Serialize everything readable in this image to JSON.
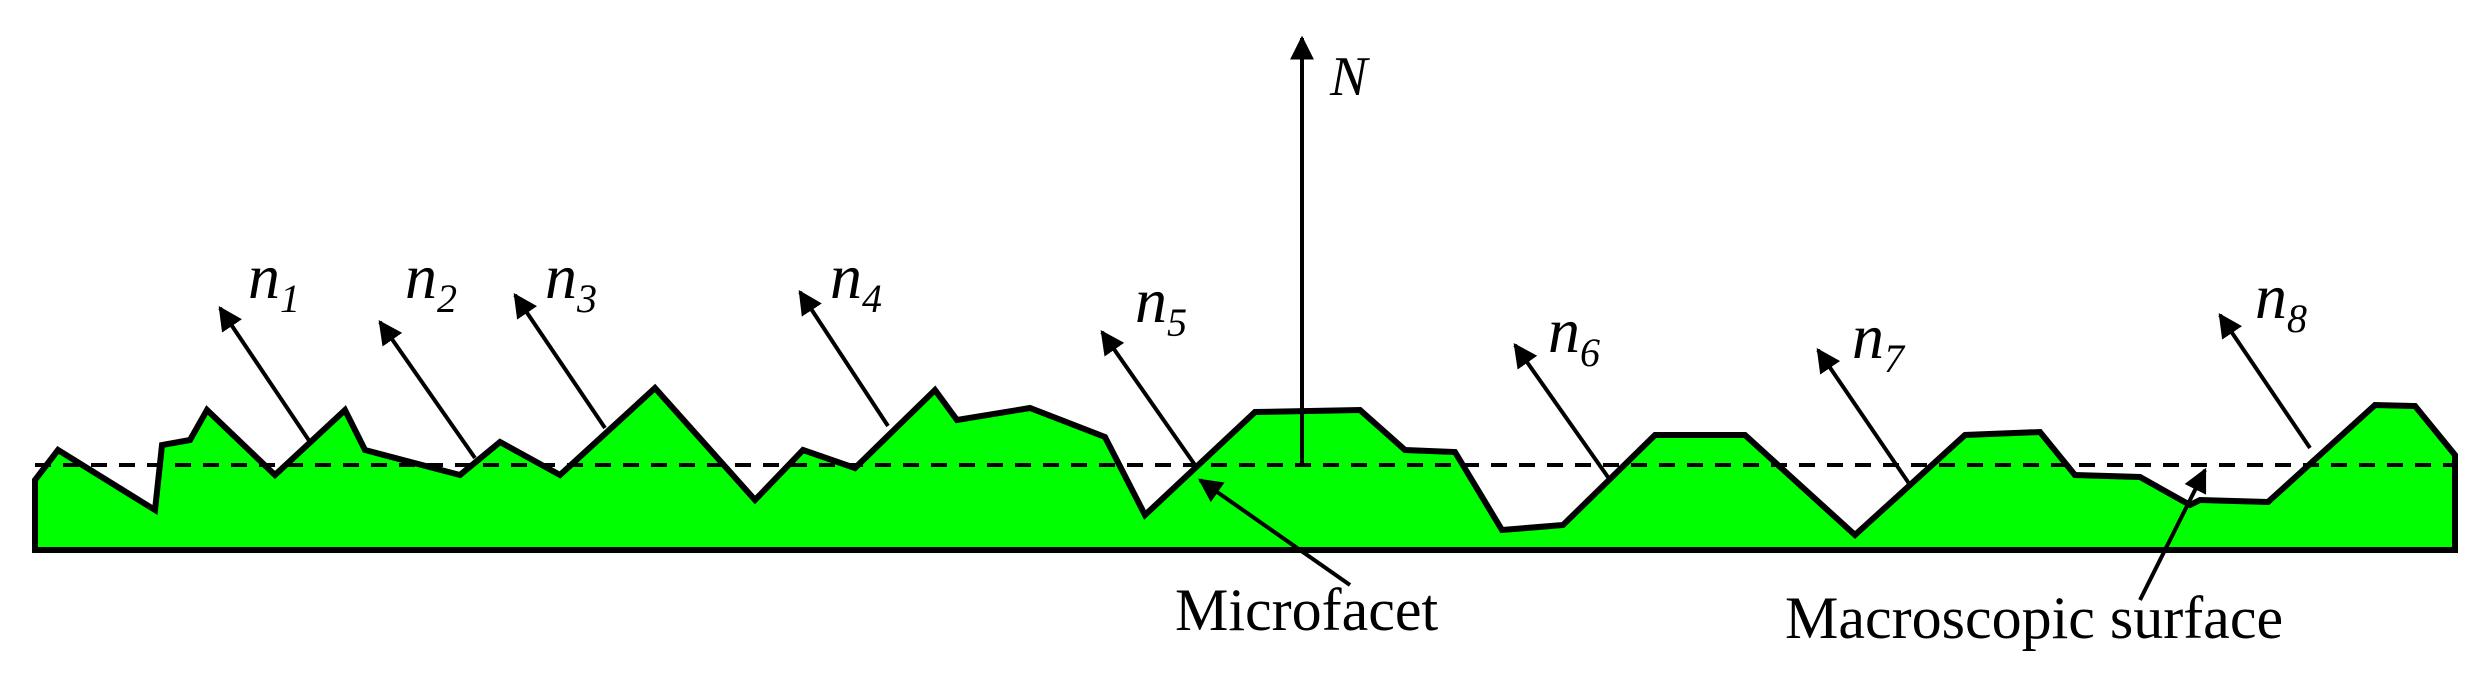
{
  "normal_main": {
    "base": "N",
    "sub": ""
  },
  "normals": [
    {
      "base": "n",
      "sub": "1"
    },
    {
      "base": "n",
      "sub": "2"
    },
    {
      "base": "n",
      "sub": "3"
    },
    {
      "base": "n",
      "sub": "4"
    },
    {
      "base": "n",
      "sub": "5"
    },
    {
      "base": "n",
      "sub": "6"
    },
    {
      "base": "n",
      "sub": "7"
    },
    {
      "base": "n",
      "sub": "8"
    }
  ],
  "labels": {
    "microfacet": "Microfacet",
    "macroscopic": "Macroscopic surface"
  },
  "colors": {
    "surface_fill": "#00ff00",
    "stroke": "#000000"
  }
}
